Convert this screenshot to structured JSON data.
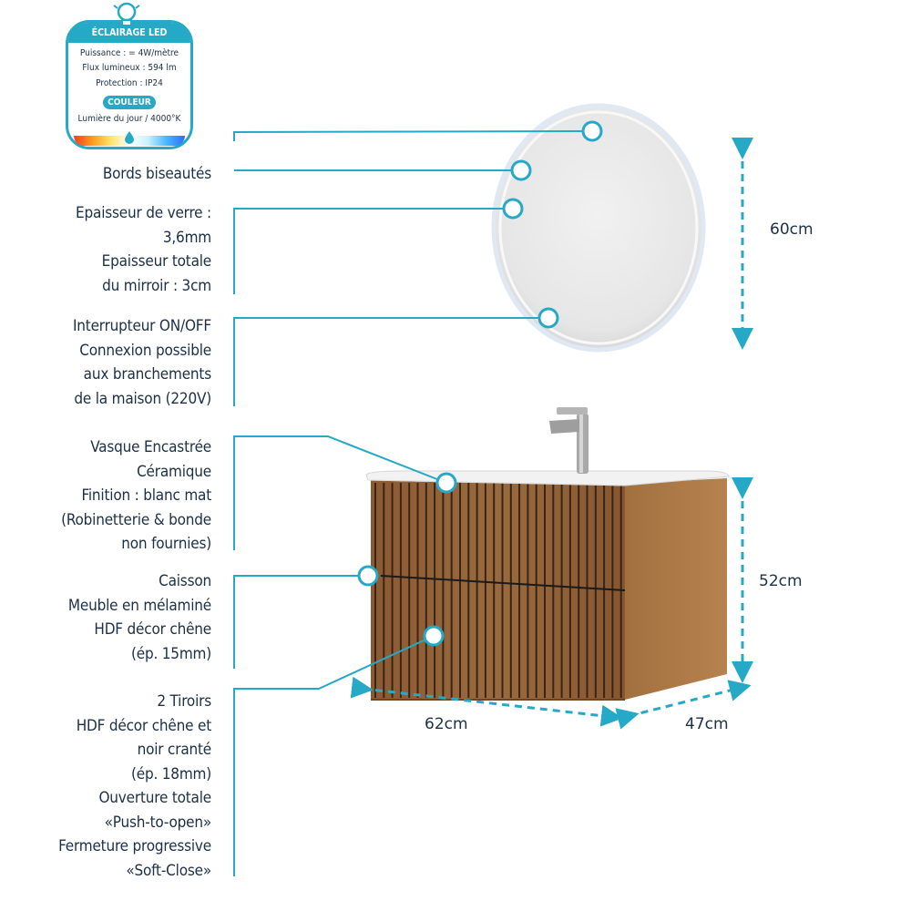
{
  "led_box": {
    "title": "ÉCLAIRAGE LED",
    "lines": [
      "Puissance : = 4W/mètre",
      "Flux lumineux : 594 lm",
      "Protection : IP24"
    ],
    "couleur_label": "COULEUR",
    "couleur_value": "Lumière du jour / 4000°K"
  },
  "labels": {
    "bords": "Bords biseautés",
    "epaisseur": [
      "Epaisseur de verre :",
      "3,6mm",
      "Epaisseur totale",
      "du mirroir : 3cm"
    ],
    "interrupteur": [
      "Interrupteur ON/OFF",
      "Connexion possible",
      "aux branchements",
      "de la maison (220V)"
    ],
    "vasque": [
      "Vasque Encastrée",
      "Céramique",
      "Finition : blanc mat",
      "(Robinetterie & bonde",
      "non fournies)"
    ],
    "caisson": [
      "Caisson",
      "Meuble en mélaminé",
      "HDF décor chêne",
      "(ép. 15mm)"
    ],
    "tiroirs": [
      "2 Tiroirs",
      "HDF décor chêne et",
      "noir cranté",
      "(ép. 18mm)",
      "Ouverture totale",
      "«Push-to-open»",
      "Fermeture progressive",
      "«Soft-Close»"
    ]
  },
  "dimensions": {
    "mirror_height": "60cm",
    "cabinet_height": "52cm",
    "width": "62cm",
    "depth": "47cm"
  },
  "colors": {
    "accent": "#25a9c6",
    "text": "#1c3048",
    "wood": "#8a5a33"
  },
  "icons": [
    "bulb-icon",
    "drop-icon"
  ]
}
